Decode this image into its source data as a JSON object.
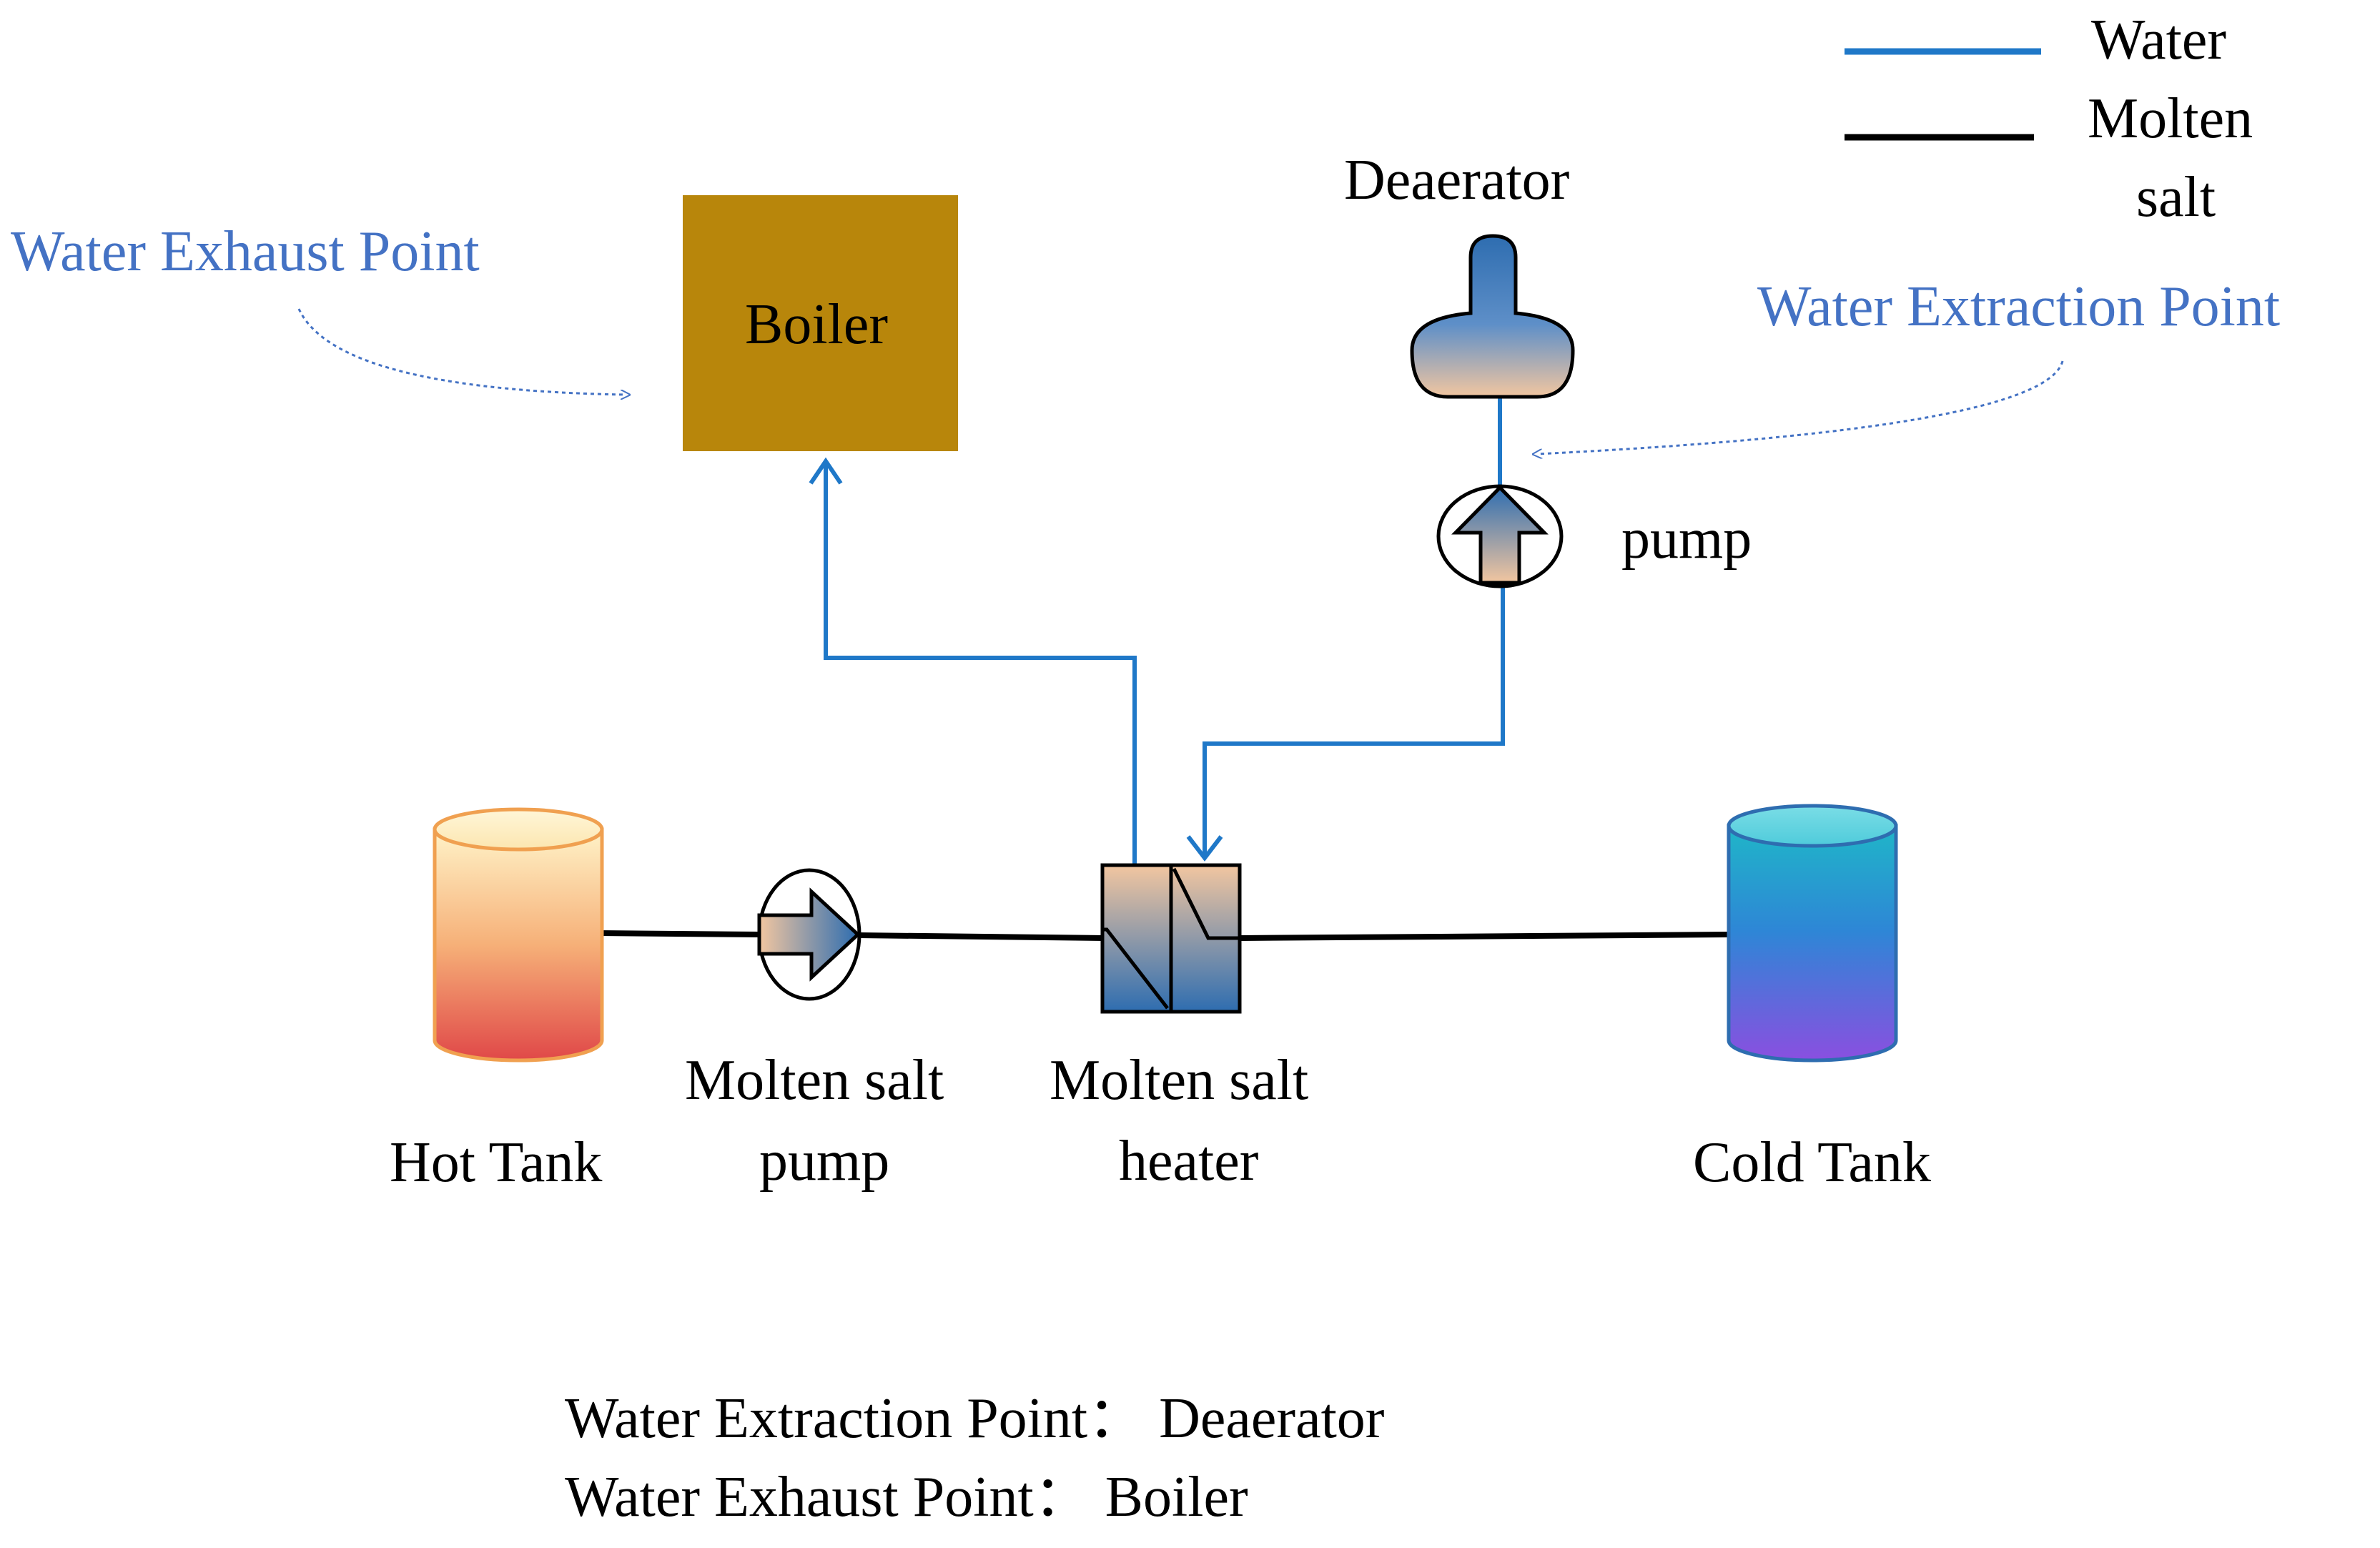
{
  "legend": {
    "water_label": "Water",
    "molten_salt_label_line1": "Molten",
    "molten_salt_label_line2": "salt"
  },
  "components": {
    "boiler_label": "Boiler",
    "deaerator_label": "Deaerator",
    "pump_label": "pump",
    "hot_tank_label": "Hot Tank",
    "cold_tank_label": "Cold Tank",
    "molten_salt_pump_label_line1": "Molten salt",
    "molten_salt_pump_label_line2": "pump",
    "molten_salt_heater_label_line1": "Molten salt",
    "molten_salt_heater_label_line2": "heater"
  },
  "annotations": {
    "water_exhaust_point": "Water Exhaust Point",
    "water_extraction_point": "Water Extraction Point"
  },
  "caption": {
    "line1": "Water Extraction Point： Deaerator",
    "line2": "Water Exhaust Point： Boiler"
  },
  "colors": {
    "water_line": "#1F78C8",
    "molten_salt_line": "#000000",
    "boiler_fill": "#B8860B",
    "annotation_text": "#4472C4"
  }
}
